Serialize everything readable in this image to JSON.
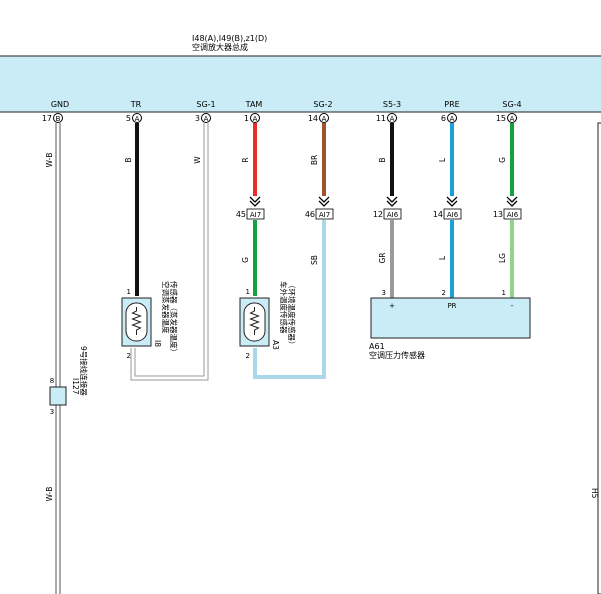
{
  "header": {
    "code_line": "I48(A),I49(B),z1(D)",
    "title": "空调放大器总成"
  },
  "amplifier_pins": [
    {
      "signal": "GND",
      "pin": "17",
      "conn": "B"
    },
    {
      "signal": "TR",
      "pin": "5",
      "conn": "A"
    },
    {
      "signal": "SG-1",
      "pin": "3",
      "conn": "A"
    },
    {
      "signal": "TAM",
      "pin": "1",
      "conn": "A"
    },
    {
      "signal": "SG-2",
      "pin": "14",
      "conn": "A"
    },
    {
      "signal": "S5-3",
      "pin": "11",
      "conn": "A"
    },
    {
      "signal": "PRE",
      "pin": "6",
      "conn": "A"
    },
    {
      "signal": "SG-4",
      "pin": "15",
      "conn": "A"
    }
  ],
  "wires": {
    "gnd_top": "W-B",
    "tr": "B",
    "sg1": "W",
    "tam_top": "R",
    "sg2_top": "BR",
    "s53_top": "B",
    "pre_top": "L",
    "sg4_top": "G",
    "tam_bottom": "G",
    "sg2_bottom": "SB",
    "s53_bottom": "GR",
    "pre_bottom": "L",
    "sg4_bottom": "LG",
    "gnd_bottom": "W-B"
  },
  "inline_connectors": [
    {
      "pin": "45",
      "conn": "AI7"
    },
    {
      "pin": "46",
      "conn": "AI7"
    },
    {
      "pin": "12",
      "conn": "AI6"
    },
    {
      "pin": "14",
      "conn": "AI6"
    },
    {
      "pin": "13",
      "conn": "AI6"
    }
  ],
  "evap_sensor": {
    "pin_top": "1",
    "pin_bottom": "2",
    "code": "I8",
    "name_line1": "空调蒸发器温度",
    "name_line2": "传感器（蒸发器温度）"
  },
  "ambient_sensor": {
    "pin_top": "1",
    "pin_bottom": "2",
    "code": "A3",
    "name_line1": "车外温度传感器",
    "name_line2": "（环境温度传感器）"
  },
  "pressure_sensor": {
    "pin_plus": "3",
    "pin_pr": "2",
    "pin_minus": "1",
    "sym_plus": "+",
    "sym_pr": "PR",
    "sym_minus": "-",
    "code": "A61",
    "name": "空调压力传感器"
  },
  "junction": {
    "pin_top": "8",
    "pin_bottom": "3",
    "code": "I127",
    "name": "9号接线连接器"
  },
  "right_edge_label": "H5",
  "colors": {
    "amp_fill": "#c9ecf6",
    "sensor_fill": "#c9ecf6",
    "black": "#111111",
    "red": "#ee2b2b",
    "brown": "#a0522d",
    "blue": "#1ba0d8",
    "green": "#16a040",
    "gray": "#9a9a9a",
    "light_green": "#8ed48c",
    "sky_blue": "#a8d8ea",
    "white_wire": "#bdbdbd"
  }
}
